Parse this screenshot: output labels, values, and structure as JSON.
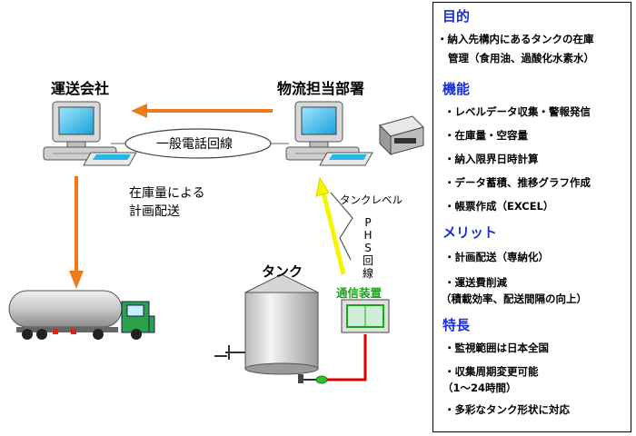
{
  "left": {
    "company": "運送会社",
    "logistics": "物流担当部署",
    "phone_line": "一般電話回線",
    "plan_line1": "在庫量による",
    "plan_line2": "計画配送",
    "tank_level": "タンクレベル",
    "phs": [
      "P",
      "H",
      "S",
      "回",
      "線"
    ],
    "tank": "タンク",
    "comm_device": "通信装置"
  },
  "panel": {
    "purpose": {
      "title": "目的",
      "items": [
        "・納入先構内にあるタンクの在庫",
        "管理（食用油、過酸化水素水）"
      ]
    },
    "functions": {
      "title": "機能",
      "items": [
        "・レベルデータ収集・警報発信",
        "・在庫量・空容量",
        "・納入限界日時計算",
        "・データ蓄積、推移グラフ作成",
        "・帳票作成（EXCEL）"
      ]
    },
    "merits": {
      "title": "メリット",
      "items": [
        "・計画配送（専納化）",
        "・運送費削減",
        "（積載効率、配送間隔の向上）"
      ]
    },
    "features": {
      "title": "特長",
      "items": [
        "・監視範囲は日本全国",
        "・収集周期変更可能",
        "（1～24時間）",
        "・多彩なタンク形状に対応"
      ]
    }
  },
  "colors": {
    "accent_blue": "#1a2fd6",
    "arrow_orange": "#f07a1a",
    "arrow_yellow": "#f5f500",
    "pipe_red": "#d90000",
    "device_green": "#1aa51a"
  }
}
